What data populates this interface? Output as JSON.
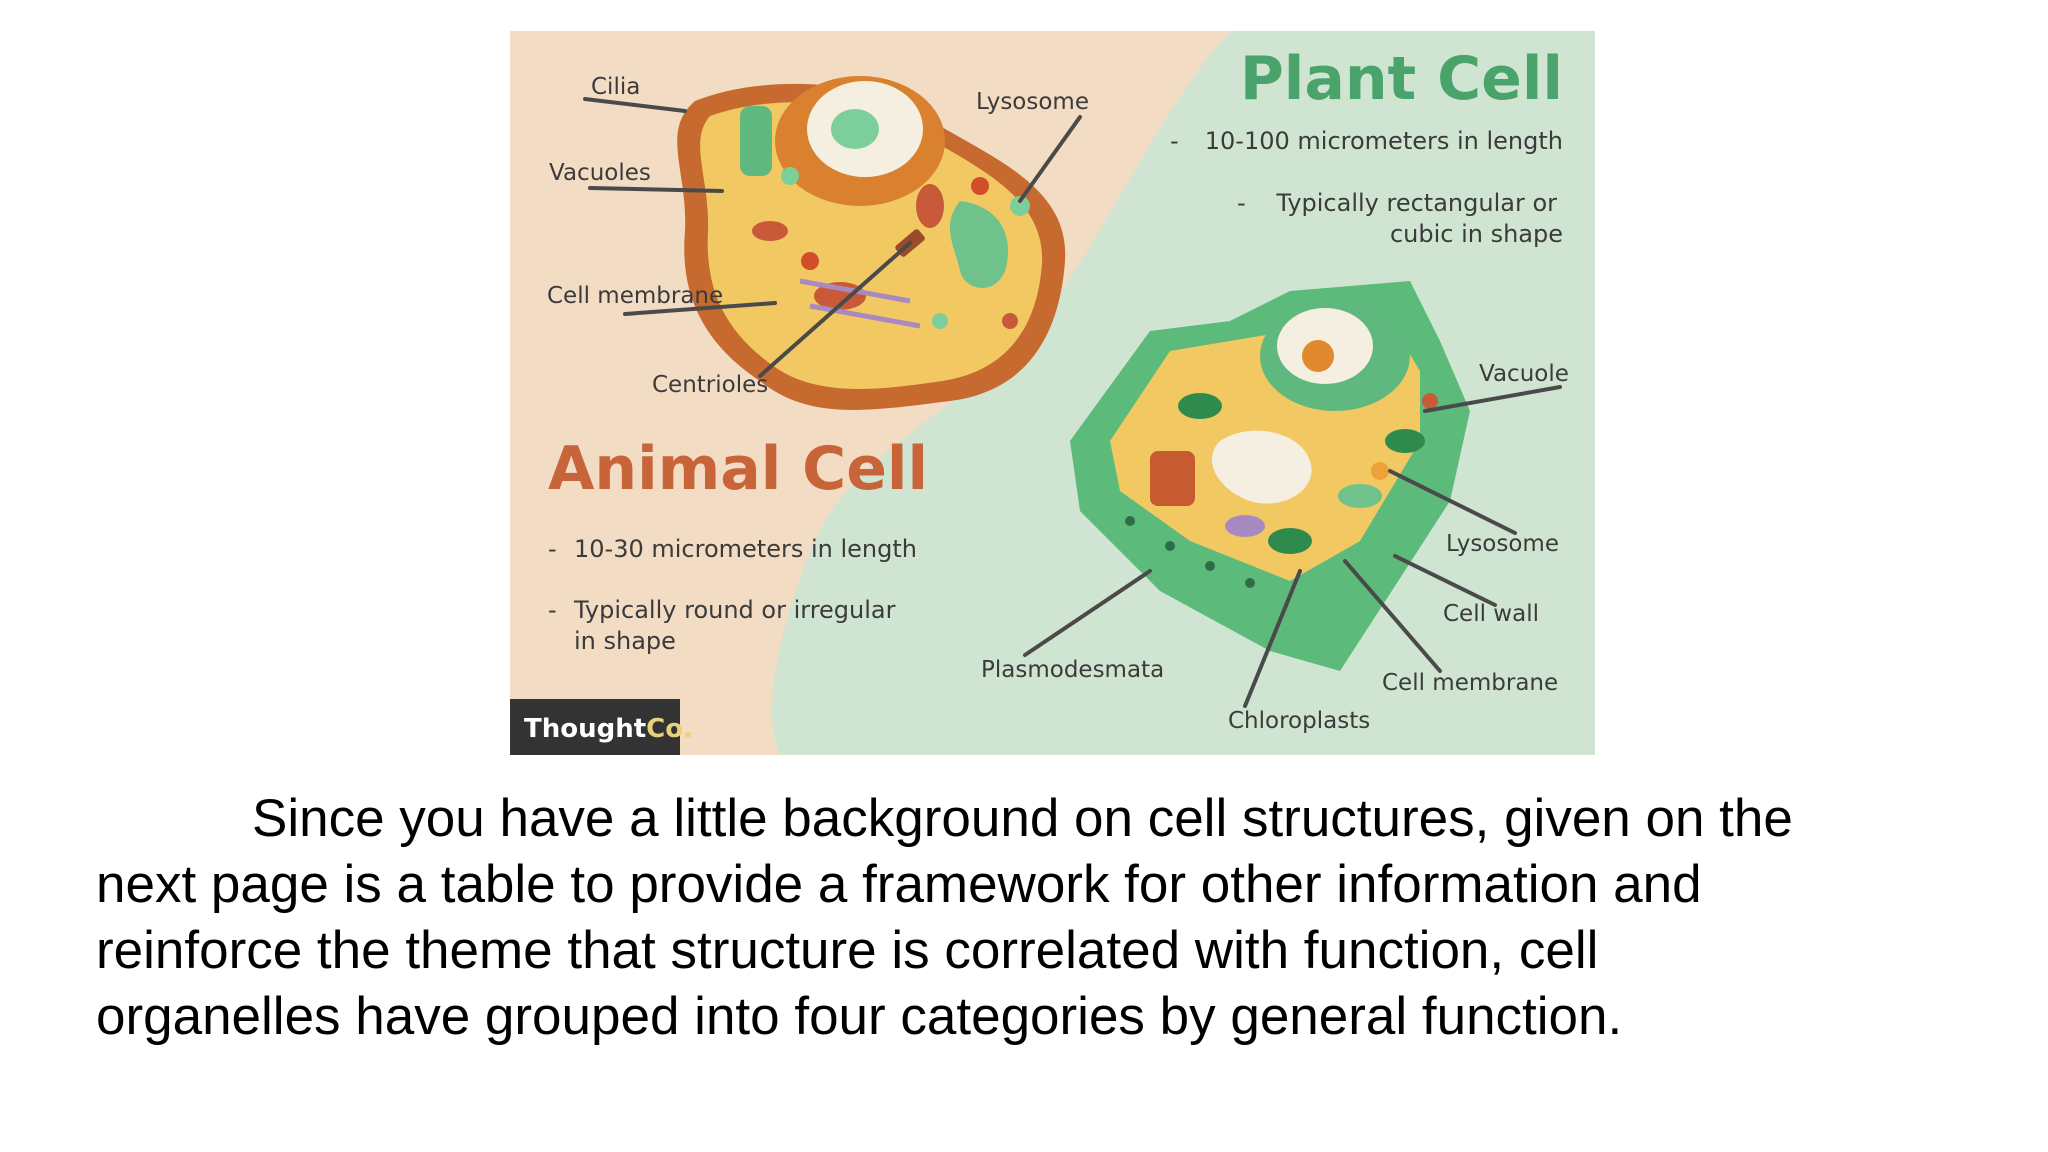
{
  "figure": {
    "animal": {
      "title": "Animal Cell",
      "bullet1": "10-30 micrometers in length",
      "bullet2_line1": "Typically round or irregular",
      "bullet2_line2": "in shape",
      "labels": {
        "cilia": "Cilia",
        "lysosome": "Lysosome",
        "vacuoles": "Vacuoles",
        "cell_membrane": "Cell membrane",
        "centrioles": "Centrioles"
      }
    },
    "plant": {
      "title": "Plant Cell",
      "bullet1": "10-100 micrometers in length",
      "bullet2_line1": "Typically rectangular or",
      "bullet2_line2": "cubic in shape",
      "labels": {
        "vacuole": "Vacuole",
        "lysosome": "Lysosome",
        "cell_wall": "Cell wall",
        "cell_membrane": "Cell membrane",
        "plasmodesmata": "Plasmodesmata",
        "chloroplasts": "Chloroplasts"
      }
    },
    "dash": "-",
    "logo_thought": "Thought",
    "logo_co": "Co.",
    "colors": {
      "animal_bg": "#f3dcc4",
      "plant_bg": "#cfe5d2",
      "animal_title": "#c8643a",
      "plant_title": "#4aa36a",
      "logo_bg": "#333333"
    }
  },
  "caption": {
    "line1": "Since you have a little background on cell structures, given on the",
    "line2": "next page is a table to provide a framework for other information and",
    "line3": "reinforce the theme that structure is correlated with function, cell",
    "line4": "organelles have grouped into four categories by general function."
  }
}
